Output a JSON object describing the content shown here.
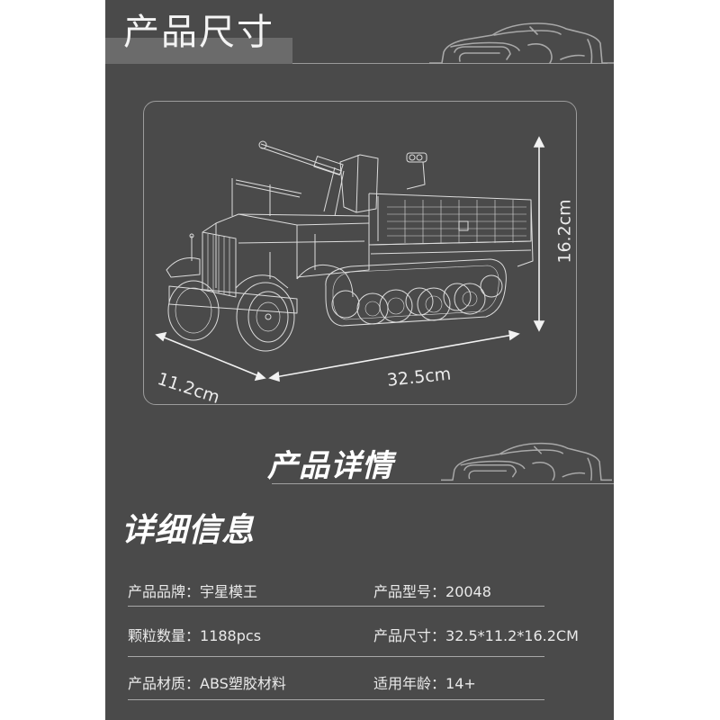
{
  "size_section": {
    "title": "产品尺寸",
    "dimensions": {
      "width_label": "11.2cm",
      "length_label": "32.5cm",
      "height_label": "16.2cm"
    },
    "product_image": "half-track-anti-aircraft-vehicle-line-drawing"
  },
  "details_section": {
    "title": "产品详情"
  },
  "info_section": {
    "title": "详细信息",
    "rows": [
      [
        {
          "key": "产品品牌：",
          "value": "宇星模王"
        },
        {
          "key": "产品型号：",
          "value": "20048"
        }
      ],
      [
        {
          "key": "颗粒数量：",
          "value": "1188pcs"
        },
        {
          "key": "产品尺寸：",
          "value": "32.5*11.2*16.2CM"
        }
      ],
      [
        {
          "key": "产品材质：",
          "value": "ABS塑胶材料"
        },
        {
          "key": "适用年龄：",
          "value": "14+"
        }
      ]
    ]
  },
  "colors": {
    "page_background": "#ffffff",
    "panel_background": "#4a4a4a",
    "header_band": "#6b6b6b",
    "line_art": "#d8d8d8",
    "text": "#f0f0f0"
  }
}
